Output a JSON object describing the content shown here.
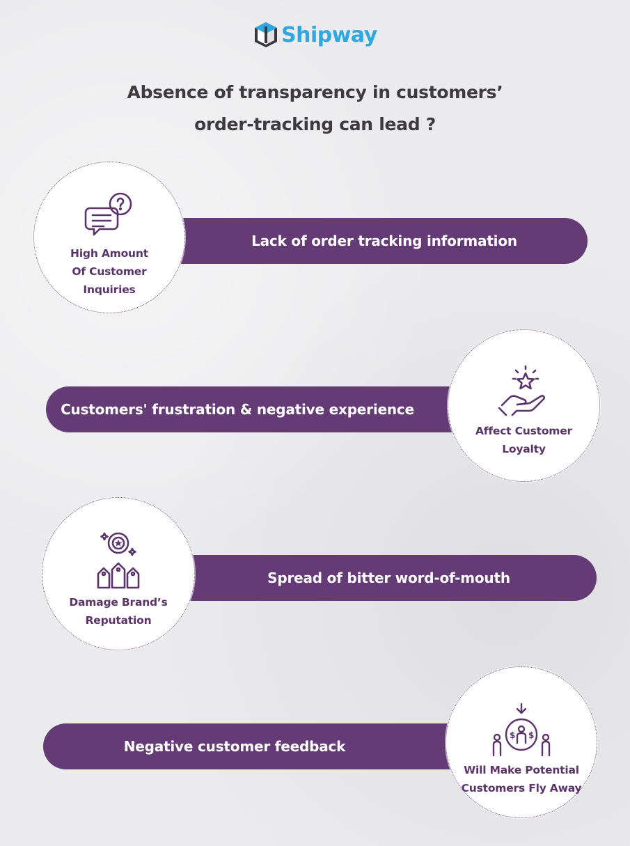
{
  "brand": {
    "name": "Shipway",
    "logo_icon": "box-logo-icon",
    "color": "#2fa8e0"
  },
  "headline": {
    "line1": "Absence of transparency in customers’",
    "line2": "order-tracking can lead ?"
  },
  "colors": {
    "pill": "#643b74",
    "circle_text": "#5a3468",
    "background": "#ebebed"
  },
  "items": [
    {
      "pill_text": "Lack of order tracking information",
      "circle_label": "High Amount\nOf Customer\nInquiries",
      "icon": "chat-question-icon"
    },
    {
      "pill_text": "Customers' frustration & negative experience",
      "circle_label": "Affect Customer\nLoyalty",
      "icon": "hand-star-icon"
    },
    {
      "pill_text": "Spread of bitter word-of-mouth",
      "circle_label": "Damage Brand’s\nReputation",
      "icon": "brand-tags-icon"
    },
    {
      "pill_text": "Negative customer feedback",
      "circle_label": "Will Make Potential\nCustomers Fly Away",
      "icon": "customers-money-icon"
    }
  ]
}
